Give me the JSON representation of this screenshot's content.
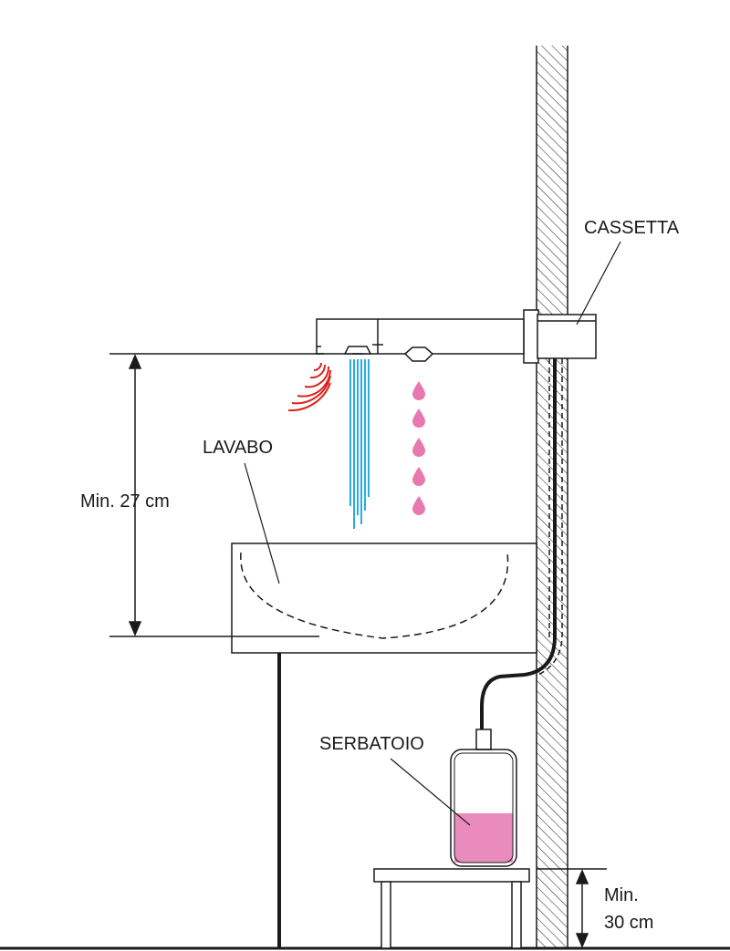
{
  "labels": {
    "cassetta": "CASSETTA",
    "lavabo": "LAVABO",
    "serbatoio": "SERBATOIO",
    "min_27": "Min. 27 cm",
    "min_30_line1": "Min.",
    "min_30_line2": "30 cm"
  },
  "colors": {
    "line": "#1a1a1a",
    "water": "#29aee3",
    "soap": "#e879b0",
    "sensor": "#d9231c",
    "tank_liquid": "#e98bbd"
  },
  "tank_fill_level": 0.45
}
